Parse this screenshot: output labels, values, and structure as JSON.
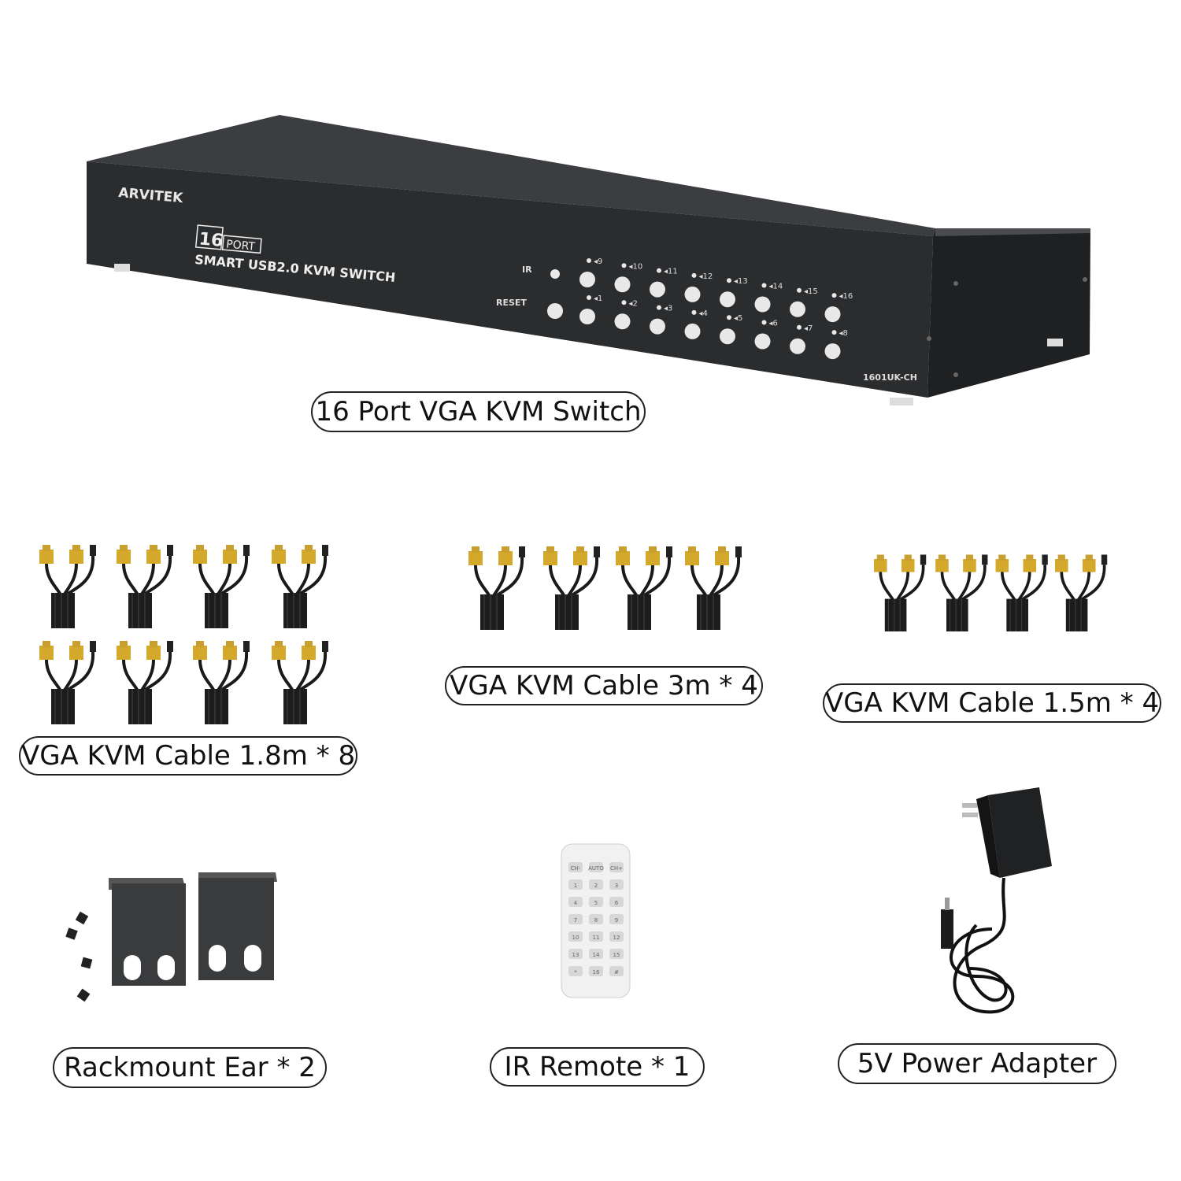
{
  "switch": {
    "brand": "ARVITEK",
    "port_number": "16",
    "port_word": "PORT",
    "subtitle": "SMART USB2.0 KVM SWITCH",
    "ir_label": "IR",
    "reset_label": "RESET",
    "model": "1601UK-CH",
    "top_ports": [
      "9",
      "10",
      "11",
      "12",
      "13",
      "14",
      "15",
      "16"
    ],
    "bottom_ports": [
      "1",
      "2",
      "3",
      "4",
      "5",
      "6",
      "7",
      "8"
    ]
  },
  "labels": {
    "switch": "16 Port VGA KVM Switch",
    "cable_18": "VGA KVM Cable 1.8m * 8",
    "cable_3": "VGA KVM Cable 3m * 4",
    "cable_15": "VGA KVM Cable 1.5m * 4",
    "ears": "Rackmount Ear * 2",
    "remote": "IR Remote * 1",
    "adapter": "5V Power Adapter"
  },
  "remote": {
    "keys": [
      "CH-",
      "AUTO",
      "CH+",
      "1",
      "2",
      "3",
      "4",
      "5",
      "6",
      "7",
      "8",
      "9",
      "10",
      "11",
      "12",
      "13",
      "14",
      "15",
      "*",
      "16",
      "#"
    ]
  },
  "colors": {
    "device": "#2b2c2e",
    "connector": "#d4a82a",
    "cable": "#1a1a1a",
    "bracket": "#3a3b3d"
  }
}
